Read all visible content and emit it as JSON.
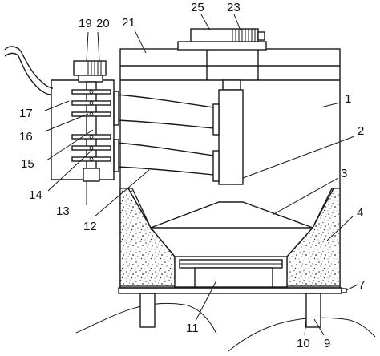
{
  "callouts": [
    {
      "id": "1",
      "text": "1"
    },
    {
      "id": "2",
      "text": "2"
    },
    {
      "id": "3",
      "text": "3"
    },
    {
      "id": "4",
      "text": "4"
    },
    {
      "id": "7",
      "text": "7"
    },
    {
      "id": "9",
      "text": "9"
    },
    {
      "id": "10",
      "text": "10"
    },
    {
      "id": "11",
      "text": "11"
    },
    {
      "id": "12",
      "text": "12"
    },
    {
      "id": "13",
      "text": "13"
    },
    {
      "id": "14",
      "text": "14"
    },
    {
      "id": "15",
      "text": "15"
    },
    {
      "id": "16",
      "text": "16"
    },
    {
      "id": "17",
      "text": "17"
    },
    {
      "id": "19",
      "text": "19"
    },
    {
      "id": "20",
      "text": "20"
    },
    {
      "id": "21",
      "text": "21"
    },
    {
      "id": "23",
      "text": "23"
    },
    {
      "id": "25",
      "text": "25"
    }
  ]
}
